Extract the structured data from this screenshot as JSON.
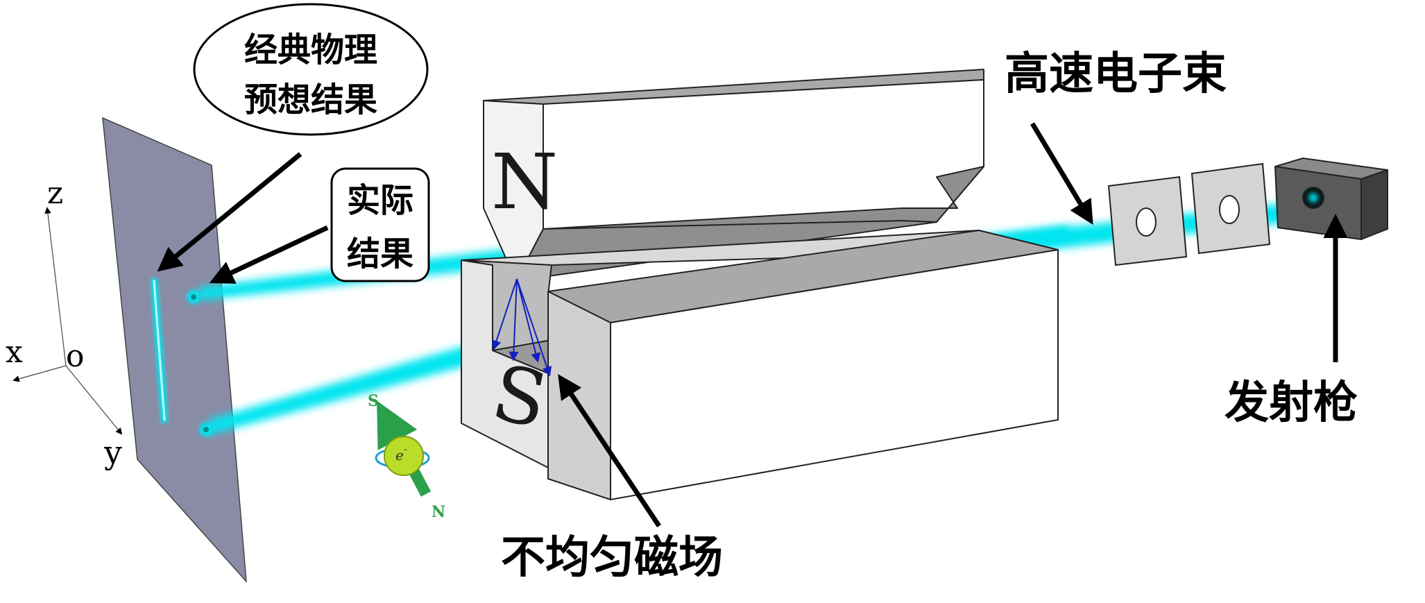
{
  "labels": {
    "classical_line1": "经典物理",
    "classical_line2": "预想结果",
    "actual_line1": "实际",
    "actual_line2": "结果",
    "beam": "高速电子束",
    "gun": "发射枪",
    "field": "不均匀磁场",
    "north": "N",
    "south": "S"
  },
  "axes": {
    "z": "z",
    "x": "x",
    "y": "y",
    "origin": "o"
  },
  "spin": {
    "electron": "e",
    "electron_sup": "-",
    "top_pole": "S",
    "bottom_pole": "N"
  },
  "colors": {
    "beam": "#00e5f0",
    "screen": "#8a8ca6",
    "magnet_top": "#a9a9a9",
    "magnet_face": "#f4f4f4",
    "magnet_side": "#d6d6d6",
    "gun_body": "#5a5a5a",
    "spin_arrow": "#2aa04a",
    "electron": "#b9dd2a",
    "split_arrows": "#1020c0"
  }
}
